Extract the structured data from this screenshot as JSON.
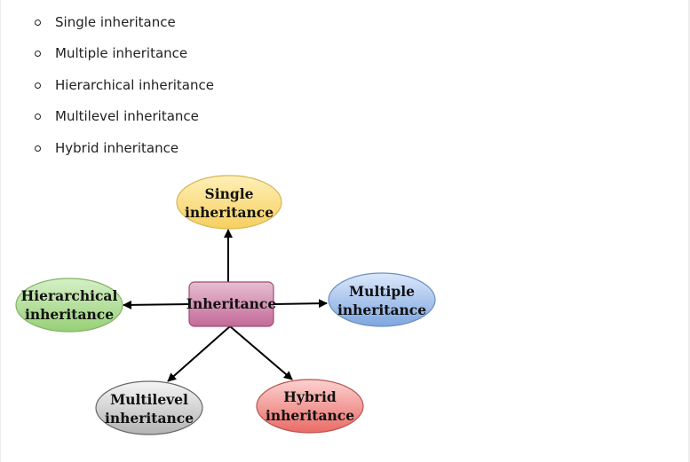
{
  "list": {
    "items": [
      "Single inheritance",
      "Multiple inheritance",
      "Hierarchical inheritance",
      "Multilevel inheritance",
      "Hybrid inheritance"
    ]
  },
  "diagram": {
    "center": {
      "label": "Inheritance",
      "fill_top": "#e6bfd0",
      "fill_bottom": "#c46a98",
      "stroke": "#9c4c78"
    },
    "nodes": {
      "single": {
        "line1": "Single",
        "line2": "inheritance",
        "fill_top": "#fff0b8",
        "fill_bottom": "#f6cf5f",
        "stroke": "#d6b656"
      },
      "multiple": {
        "line1": "Multiple",
        "line2": "inheritance",
        "fill_top": "#dbe8fb",
        "fill_bottom": "#7ea6e0",
        "stroke": "#6c8ebf"
      },
      "hierarchical": {
        "line1": "Hierarchical",
        "line2": "inheritance",
        "fill_top": "#d5f0c6",
        "fill_bottom": "#97d077",
        "stroke": "#82b366"
      },
      "multilevel": {
        "line1": "Multilevel",
        "line2": "inheritance",
        "fill_top": "#f5f5f5",
        "fill_bottom": "#b3b3b3",
        "stroke": "#666666"
      },
      "hybrid": {
        "line1": "Hybrid",
        "line2": "inheritance",
        "fill_top": "#fbd2d0",
        "fill_bottom": "#ea6b66",
        "stroke": "#b85450"
      }
    }
  }
}
